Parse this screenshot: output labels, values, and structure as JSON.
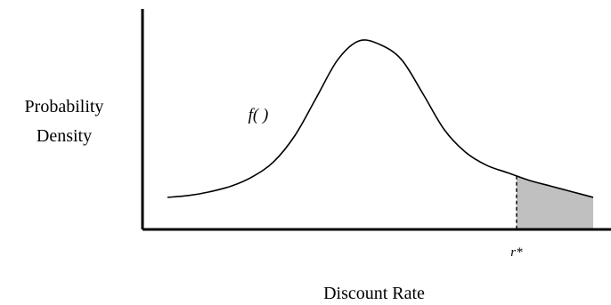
{
  "chart_data": {
    "type": "area",
    "title": "",
    "ylabel_lines": [
      "Probability",
      "Density"
    ],
    "xlabel": "Discount Rate",
    "curve_label": "f( )",
    "threshold_label": "r*",
    "x_range": [
      0,
      10
    ],
    "y_range": [
      0,
      1
    ],
    "x": [
      0.0,
      0.5,
      1.0,
      1.5,
      2.0,
      2.5,
      3.0,
      3.5,
      4.0,
      4.5,
      5.0,
      5.5,
      6.0,
      6.5,
      7.0,
      7.5,
      8.0,
      8.5,
      9.0,
      9.5,
      10.0
    ],
    "y": [
      0.17,
      0.18,
      0.2,
      0.23,
      0.28,
      0.36,
      0.5,
      0.7,
      0.9,
      1.0,
      0.98,
      0.9,
      0.72,
      0.53,
      0.41,
      0.34,
      0.3,
      0.26,
      0.23,
      0.2,
      0.17
    ],
    "shaded_from_x": 8.2,
    "shaded_color": "#c0c0c0",
    "line_color": "#000000",
    "grid": false,
    "legend": "none"
  }
}
